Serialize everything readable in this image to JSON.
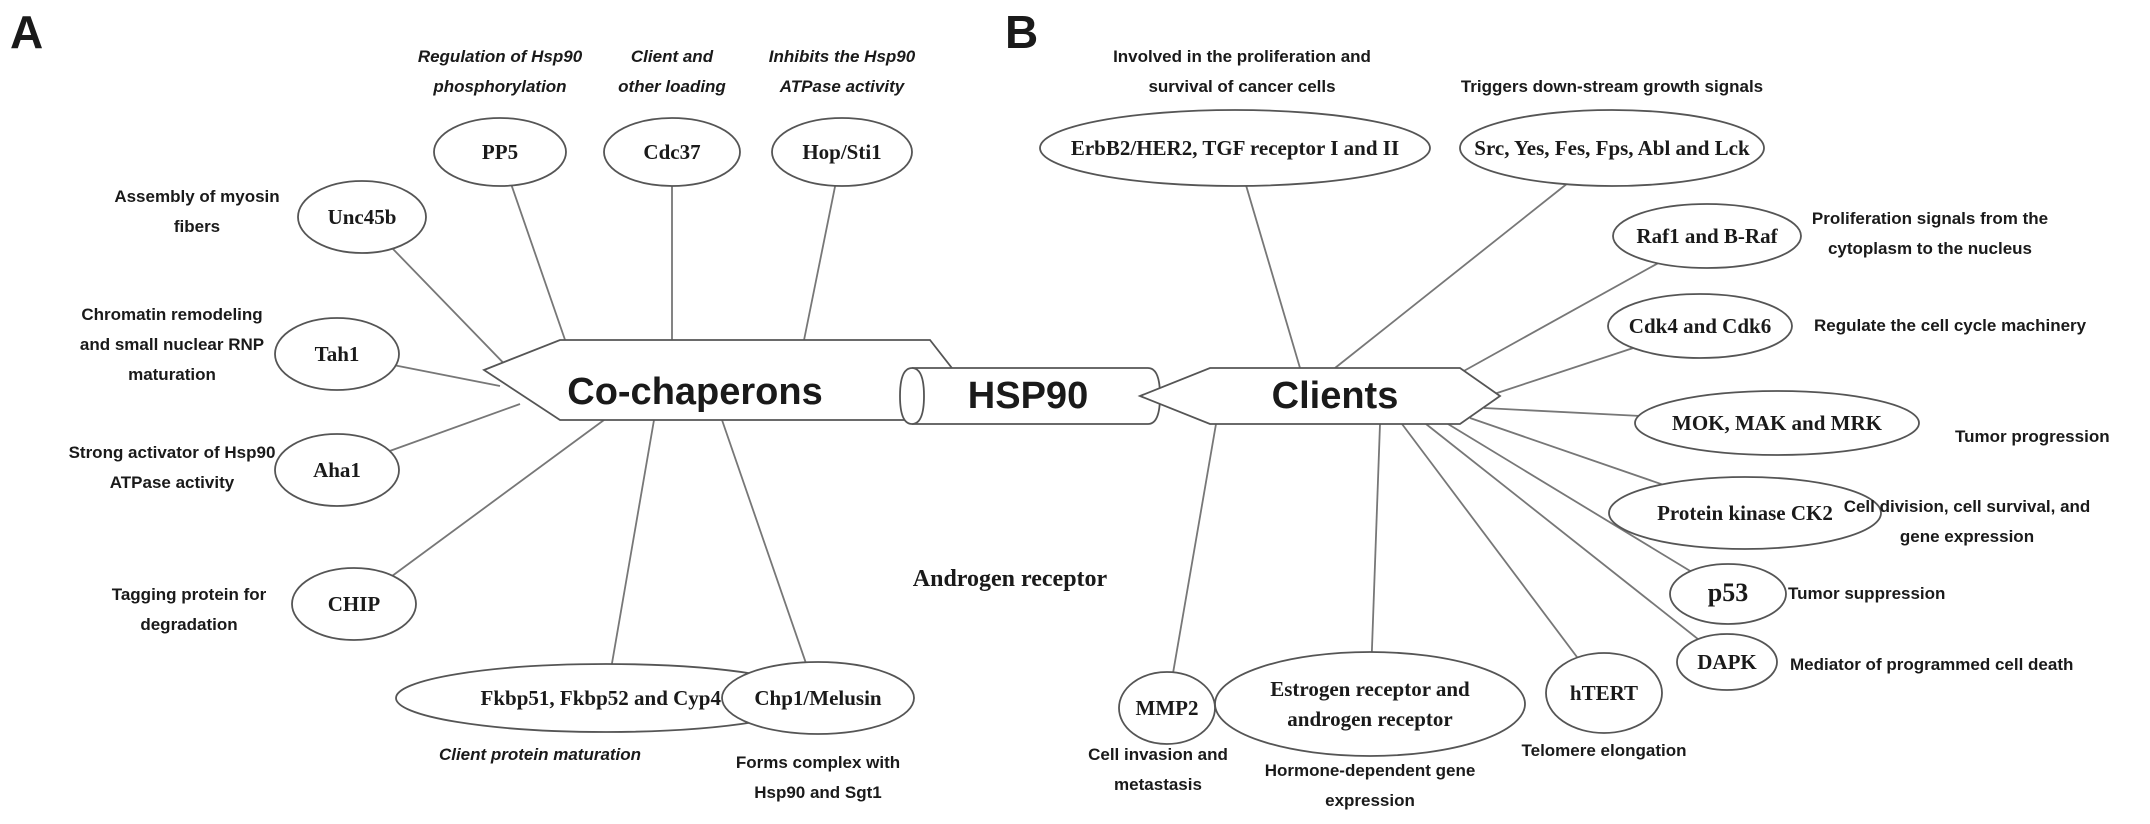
{
  "panels": {
    "A": {
      "letter": "A"
    },
    "B": {
      "letter": "B"
    }
  },
  "center": {
    "label": "HSP90"
  },
  "cochaperons": {
    "hub_label": "Co-chaperons",
    "nodes": [
      {
        "id": "pp5",
        "label": "PP5",
        "desc": [
          "Regulation of Hsp90",
          "phosphorylation"
        ],
        "italic": true
      },
      {
        "id": "cdc37",
        "label": "Cdc37",
        "desc": [
          "Client and",
          "other loading"
        ],
        "italic": true
      },
      {
        "id": "hop",
        "label": "Hop/Sti1",
        "desc": [
          "Inhibits the Hsp90",
          "ATPase activity"
        ],
        "italic": true
      },
      {
        "id": "unc45b",
        "label": "Unc45b",
        "desc": [
          "Assembly of myosin",
          "fibers"
        ],
        "italic": false
      },
      {
        "id": "tah1",
        "label": "Tah1",
        "desc": [
          "Chromatin remodeling",
          "and small nuclear RNP",
          "maturation"
        ],
        "italic": false
      },
      {
        "id": "aha1",
        "label": "Aha1",
        "desc": [
          "Strong activator of Hsp90",
          "ATPase activity"
        ],
        "italic": false
      },
      {
        "id": "chip",
        "label": "CHIP",
        "desc": [
          "Tagging protein for",
          "degradation"
        ],
        "italic": false
      },
      {
        "id": "fkbp",
        "label": "Fkbp51, Fkbp52 and Cyp40",
        "desc": [
          "Client protein maturation"
        ],
        "italic": true
      },
      {
        "id": "chp1",
        "label": "Chp1/Melusin",
        "desc": [
          "Forms complex with",
          "Hsp90 and Sgt1"
        ],
        "italic": false
      }
    ]
  },
  "clients": {
    "hub_label": "Clients",
    "nodes": [
      {
        "id": "erbb2",
        "label": [
          "ErbB2/HER2, TGF receptor I and II"
        ],
        "desc": [
          "Involved in the proliferation and",
          "survival of cancer cells"
        ]
      },
      {
        "id": "src",
        "label": [
          "Src, Yes, Fes, Fps, Abl and Lck"
        ],
        "desc": [
          "Triggers down-stream growth signals"
        ]
      },
      {
        "id": "raf",
        "label": [
          "Raf1 and B-Raf"
        ],
        "desc": [
          "Proliferation signals from the",
          "cytoplasm to the nucleus"
        ]
      },
      {
        "id": "cdk",
        "label": [
          "Cdk4 and Cdk6"
        ],
        "desc": [
          "Regulate the cell cycle machinery"
        ]
      },
      {
        "id": "mok",
        "label": [
          "MOK, MAK and MRK"
        ],
        "desc": [
          "Tumor progression"
        ]
      },
      {
        "id": "ck2",
        "label": [
          "Protein kinase CK2"
        ],
        "desc": [
          "Cell division, cell survival, and",
          "gene expression"
        ]
      },
      {
        "id": "p53",
        "label": [
          "p53"
        ],
        "desc": [
          "Tumor suppression"
        ]
      },
      {
        "id": "dapk",
        "label": [
          "DAPK"
        ],
        "desc": [
          "Mediator of programmed cell death"
        ]
      },
      {
        "id": "htert",
        "label": [
          "hTERT"
        ],
        "desc": [
          "Telomere elongation"
        ]
      },
      {
        "id": "estrogen",
        "label": [
          "Estrogen receptor and",
          "androgen receptor"
        ],
        "desc": [
          "Hormone-dependent gene",
          "expression"
        ]
      },
      {
        "id": "mmp2",
        "label": [
          "MMP2"
        ],
        "desc": [
          "Cell invasion and",
          "metastasis"
        ]
      }
    ],
    "free_label": "Androgen receptor"
  }
}
